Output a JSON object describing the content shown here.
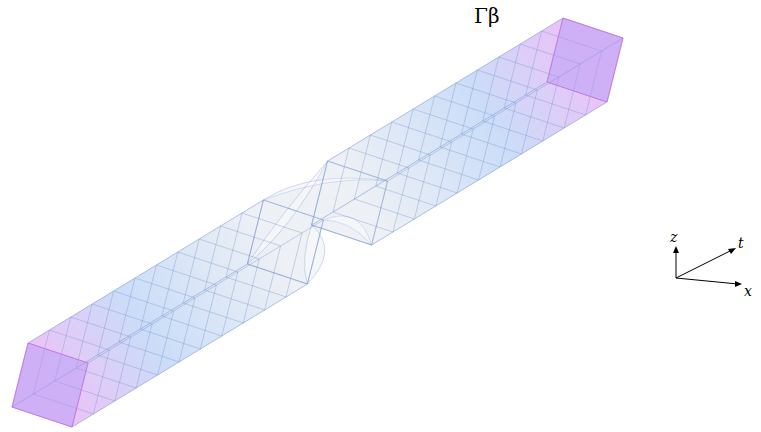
{
  "diagram": {
    "labels": [
      "Γβ",
      "z",
      "t",
      "x"
    ]
  }
}
